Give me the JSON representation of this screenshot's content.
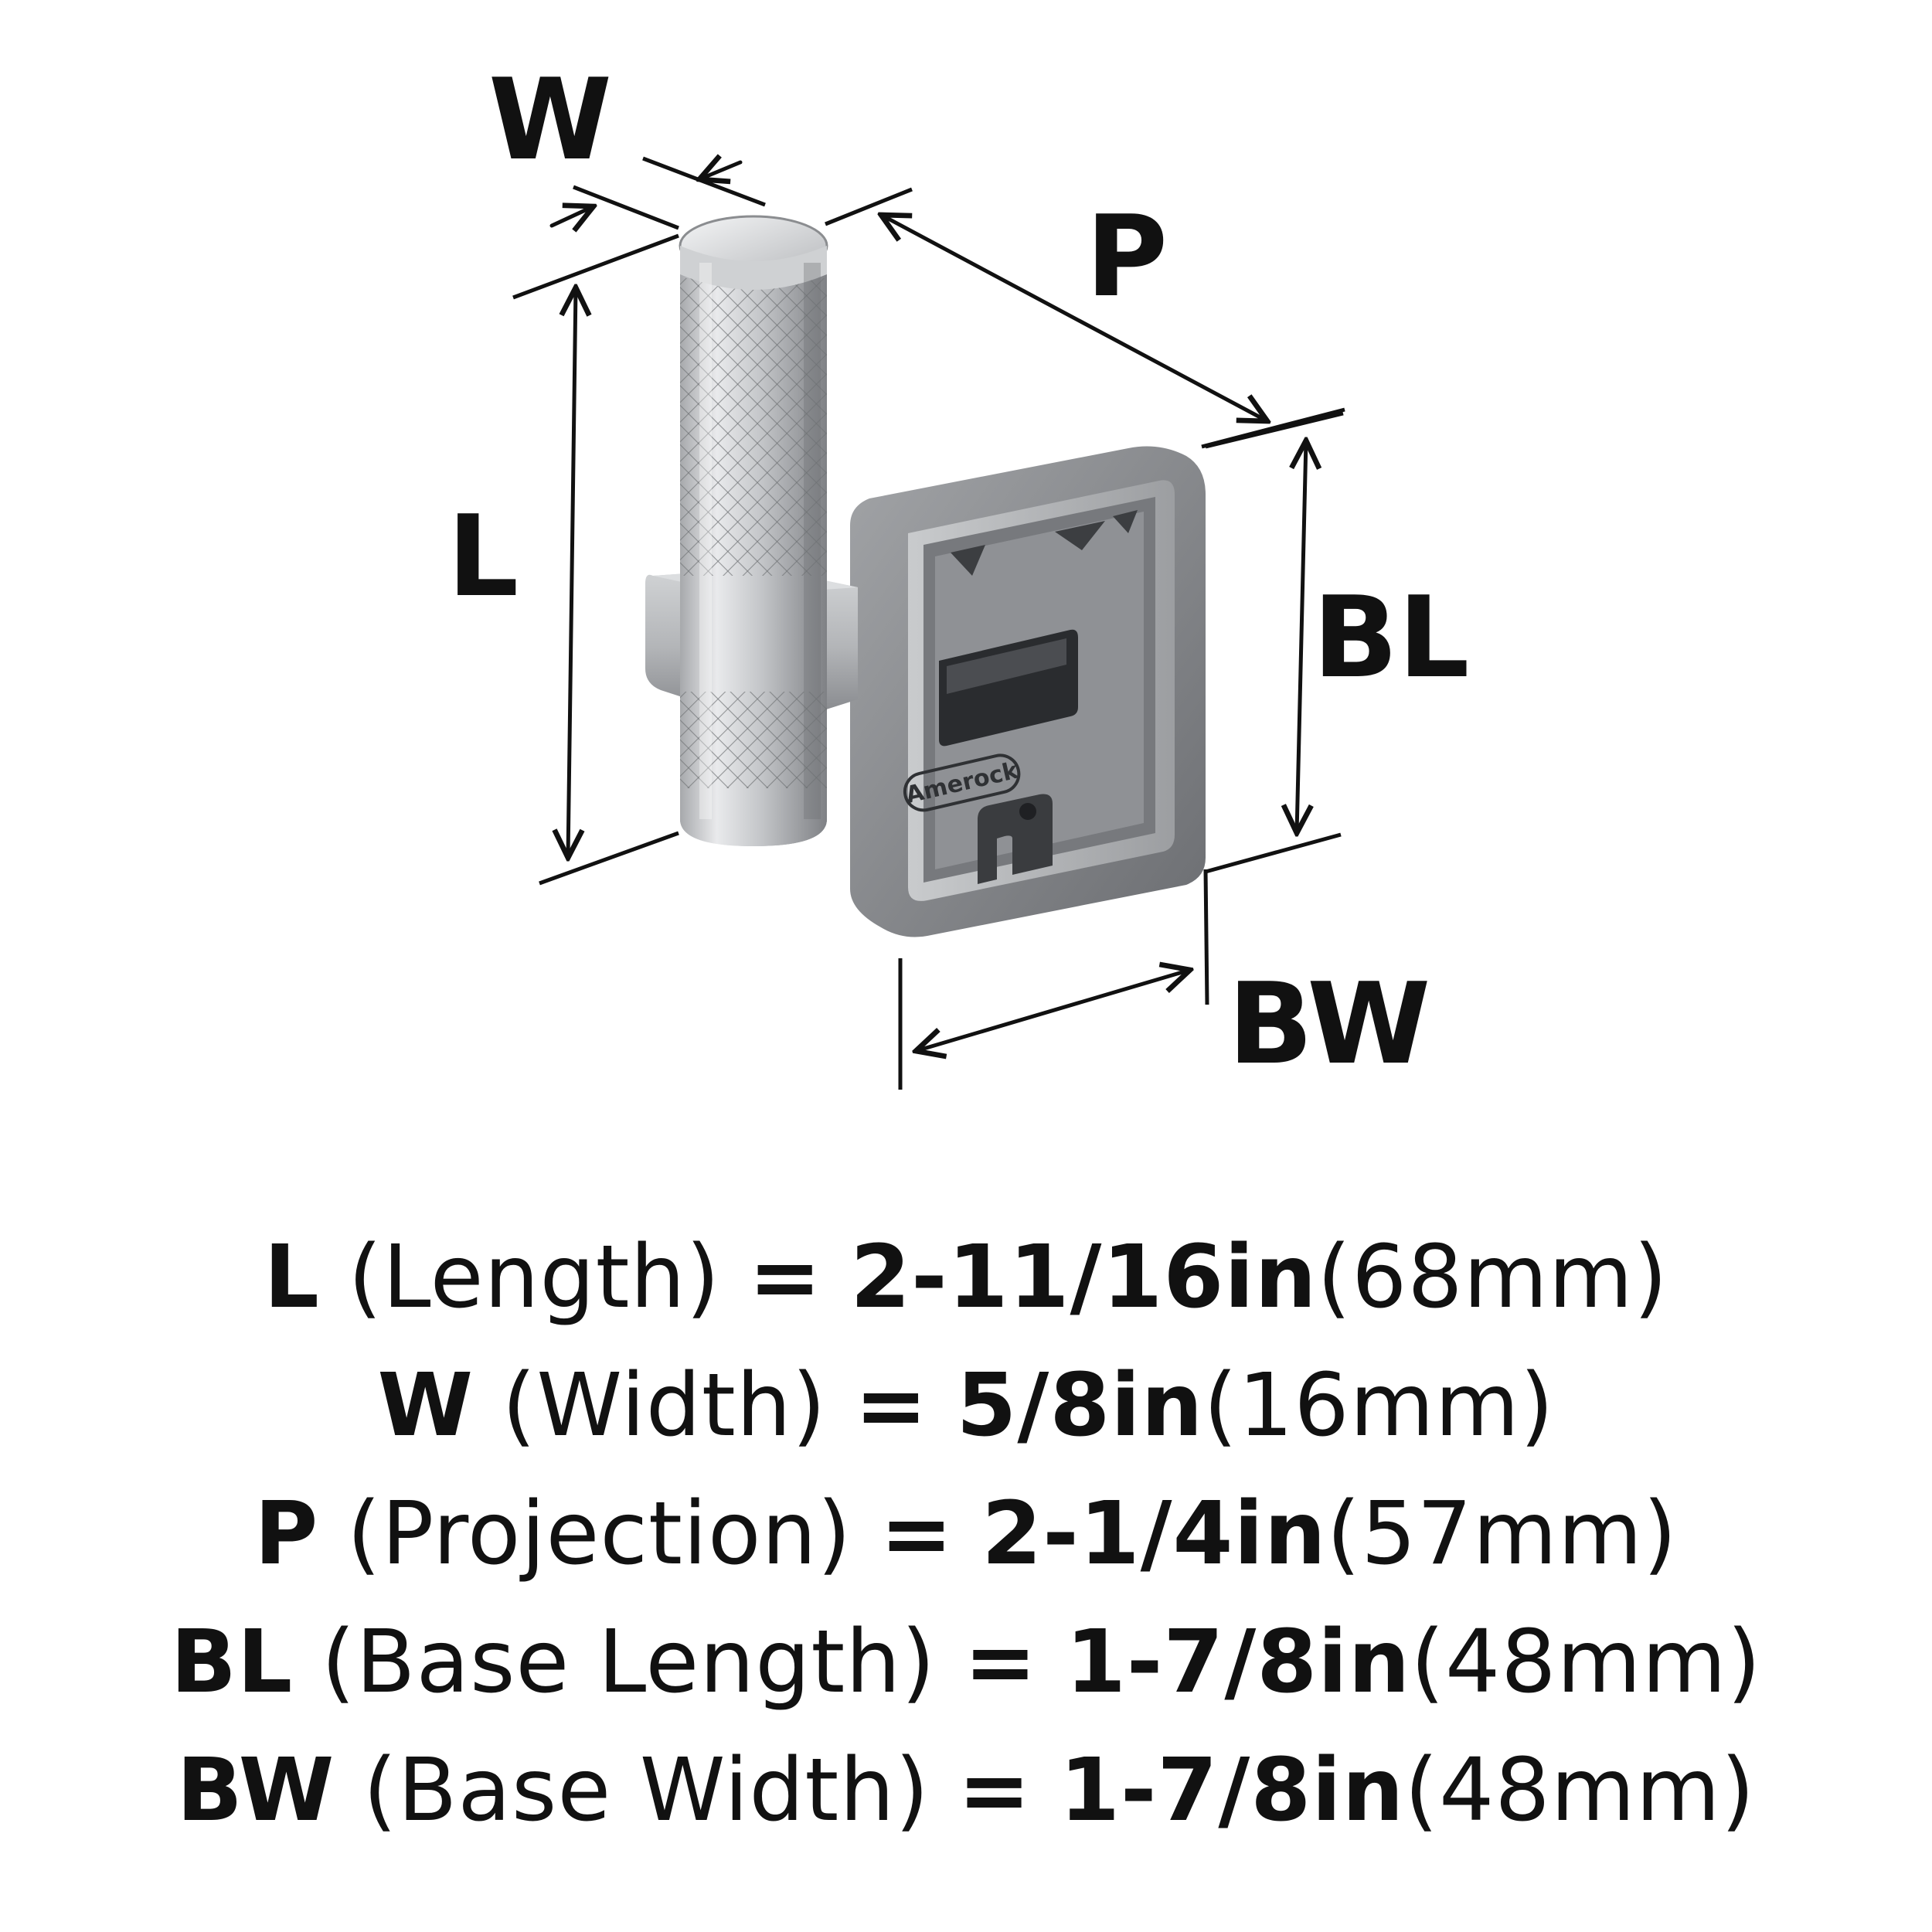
{
  "diagram": {
    "labels": {
      "W": "W",
      "P": "P",
      "L": "L",
      "BL": "BL",
      "BW": "BW"
    },
    "brand_mark": "Amerock",
    "colors": {
      "ink": "#111111",
      "metal_light": "#d9dadc",
      "metal_mid": "#a9abae",
      "metal_dark": "#5b5d60",
      "base_face": "#8e9094"
    }
  },
  "specs": [
    {
      "code": "L",
      "name": "(Length)",
      "eq": "=",
      "imperial": "2-11/16in",
      "metric": "(68mm)"
    },
    {
      "code": "W",
      "name": "(Width)",
      "eq": "=",
      "imperial": "5/8in",
      "metric": "(16mm)"
    },
    {
      "code": "P",
      "name": "(Projection)",
      "eq": "=",
      "imperial": "2-1/4in",
      "metric": "(57mm)"
    },
    {
      "code": "BL",
      "name": "(Base Length)",
      "eq": "=",
      "imperial": "1-7/8in",
      "metric": "(48mm)"
    },
    {
      "code": "BW",
      "name": "(Base Width)",
      "eq": "=",
      "imperial": "1-7/8in",
      "metric": "(48mm)"
    }
  ]
}
